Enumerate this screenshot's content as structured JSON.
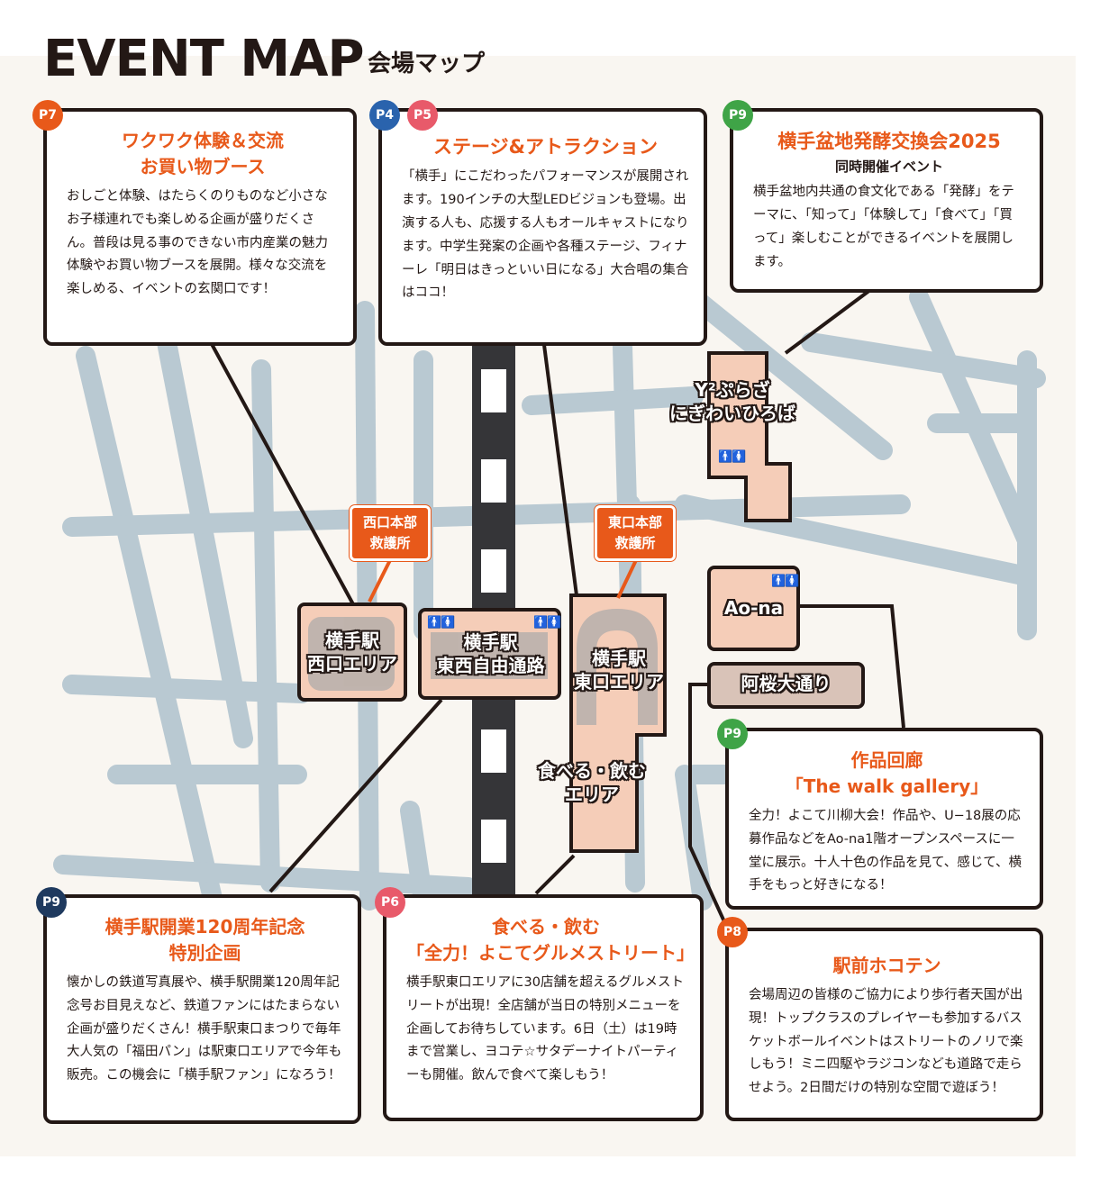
{
  "header": {
    "title": "EVENT MAP",
    "subtitle": "会場マップ"
  },
  "colors": {
    "accent": "#e8591a",
    "badge_p7": "#e8591a",
    "badge_p4": "#2a63ad",
    "badge_p5": "#e85a6a",
    "badge_p9_green": "#3fa447",
    "badge_p9_navy": "#1f3a5f",
    "badge_p6": "#e85a6a",
    "badge_p8": "#e8591a",
    "area_fill": "#f5cdb8",
    "road": "#b9c9d2"
  },
  "boxes": {
    "p7": {
      "badge": "P7",
      "title1": "ワクワク体験＆交流",
      "title2": "お買い物ブース",
      "body": "おしごと体験、はたらくのりものなど小さなお子様連れでも楽しめる企画が盛りだくさん。普段は見る事のできない市内産業の魅力体験やお買い物ブースを展開。様々な交流を楽しめる、イベントの玄関口です！"
    },
    "p45": {
      "badge1": "P4",
      "badge2": "P5",
      "title": "ステージ&アトラクション",
      "body": "「横手」にこだわったパフォーマンスが展開されます。190インチの大型LEDビジョンも登場。出演する人も、応援する人もオールキャストになります。中学生発案の企画や各種ステージ、フィナーレ「明日はきっといい日になる」大合唱の集合はココ！"
    },
    "p9_top": {
      "badge": "P9",
      "title": "横手盆地発酵交換会2025",
      "sub": "同時開催イベント",
      "body": "横手盆地内共通の食文化である「発酵」をテーマに、「知って」「体験して」「食べて」「買って」楽しむことができるイベントを展開します。"
    },
    "p9_gallery": {
      "badge": "P9",
      "title1": "作品回廊",
      "title2": "「The walk gallery」",
      "body": "全力！よこて川柳大会！作品や、U−18展の応募作品などをAo-na1階オープンスペースに一堂に展示。十人十色の作品を見て、感じて、横手をもっと好きになる！"
    },
    "p9_anniv": {
      "badge": "P9",
      "title1": "横手駅開業120周年記念",
      "title2": "特別企画",
      "body": "懐かしの鉄道写真展や、横手駅開業120周年記念号お目見えなど、鉄道ファンにはたまらない企画が盛りだくさん！横手駅東口まつりで毎年大人気の「福田パン」は駅東口エリアで今年も販売。この機会に「横手駅ファン」になろう！"
    },
    "p6": {
      "badge": "P6",
      "title1": "食べる・飲む",
      "title2": "「全力！よこてグルメストリート」",
      "body": "横手駅東口エリアに30店舗を超えるグルメストリートが出現！全店舗が当日の特別メニューを企画してお待ちしています。6日（土）は19時まで営業し、ヨコテ☆サタデーナイトパーティーも開催。飲んで食べて楽しもう！"
    },
    "p8": {
      "badge": "P8",
      "title": "駅前ホコテン",
      "body": "会場周辺の皆様のご協力により歩行者天国が出現！トップクラスのプレイヤーも参加するバスケットボールイベントはストリートのノリで楽しもう！ミニ四駆やラジコンなども道路で走らせよう。2日間だけの特別な空間で遊ぼう！"
    }
  },
  "areas": {
    "west": "横手駅\n西口エリア",
    "passage": "横手駅\n東西自由通路",
    "east": "横手駅\n東口エリア",
    "food": "食べる・飲む\nエリア",
    "yplaza": "Y²ぷらざ\nにぎわいひろば",
    "aona": "Ao-na",
    "ozakura": "阿桜大通り"
  },
  "aid_stations": {
    "west": "西口本部\n救護所",
    "east": "東口本部\n救護所"
  },
  "icons": {
    "toilet": "toilet-icon"
  }
}
